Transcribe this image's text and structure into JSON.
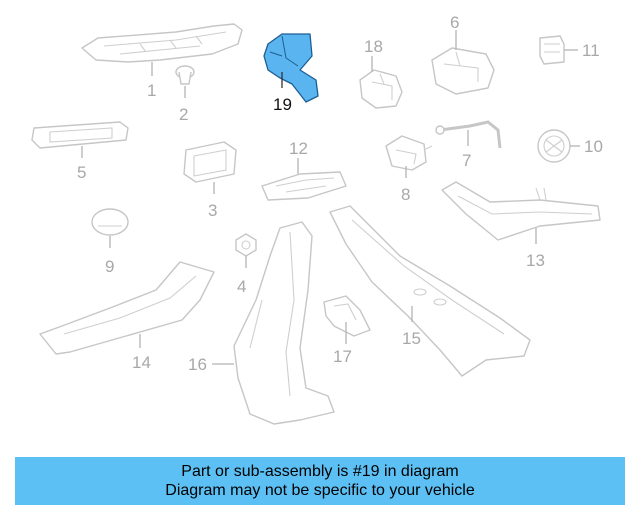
{
  "diagram": {
    "highlight_color": "#5ab4ef",
    "highlighted_part": "19",
    "part_numbers": [
      "1",
      "2",
      "3",
      "4",
      "5",
      "6",
      "7",
      "8",
      "9",
      "10",
      "11",
      "12",
      "13",
      "14",
      "15",
      "16",
      "17",
      "18",
      "19"
    ]
  },
  "banner": {
    "line1": "Part or sub-assembly is #19 in diagram",
    "line2": "Diagram may not be specific to your vehicle",
    "background": "#5cc0f4"
  }
}
